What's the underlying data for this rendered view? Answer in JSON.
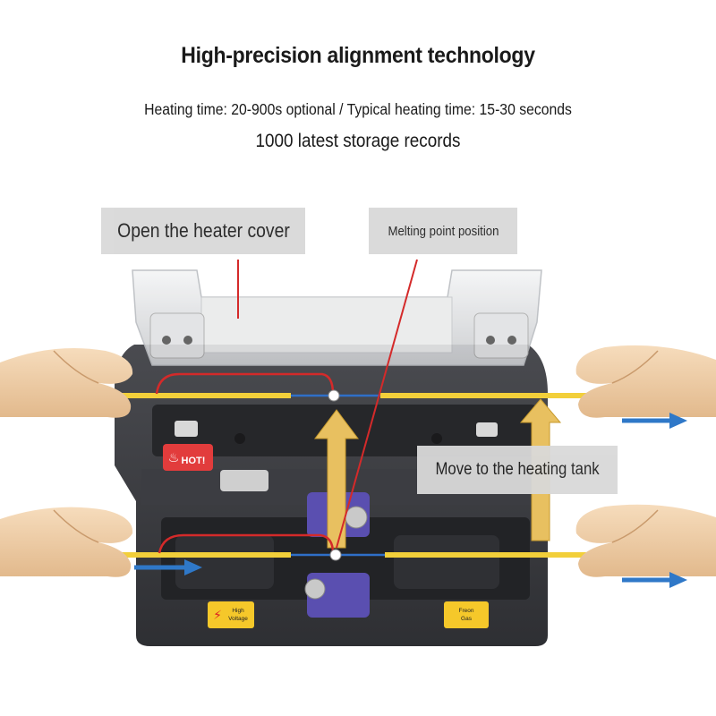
{
  "headline": {
    "title": "High-precision alignment technology",
    "heating": "Heating time: 20-900s optional / Typical heating time: 15-30 seconds",
    "storage": "1000 latest storage records"
  },
  "callouts": {
    "open_heater": "Open the heater cover",
    "melting_point": "Melting point position",
    "move_heating": "Move to the heating tank"
  },
  "device_labels": {
    "heater_badge": "HOT!",
    "high_voltage_1": "High",
    "high_voltage_2": "Voltage",
    "freon_1": "Freon",
    "freon_2": "Gas"
  },
  "colors": {
    "fiber_yellow": "#f2cf3a",
    "fiber_red": "#d42a2a",
    "fiber_blue": "#2f6fc8",
    "arrow_blue": "#2f78c8",
    "arrow_gold": "#e8c060",
    "body_dark": "#3a3a3e",
    "callout_bg": "#d9d9d9",
    "clamp_purple": "#5a4fb0"
  }
}
